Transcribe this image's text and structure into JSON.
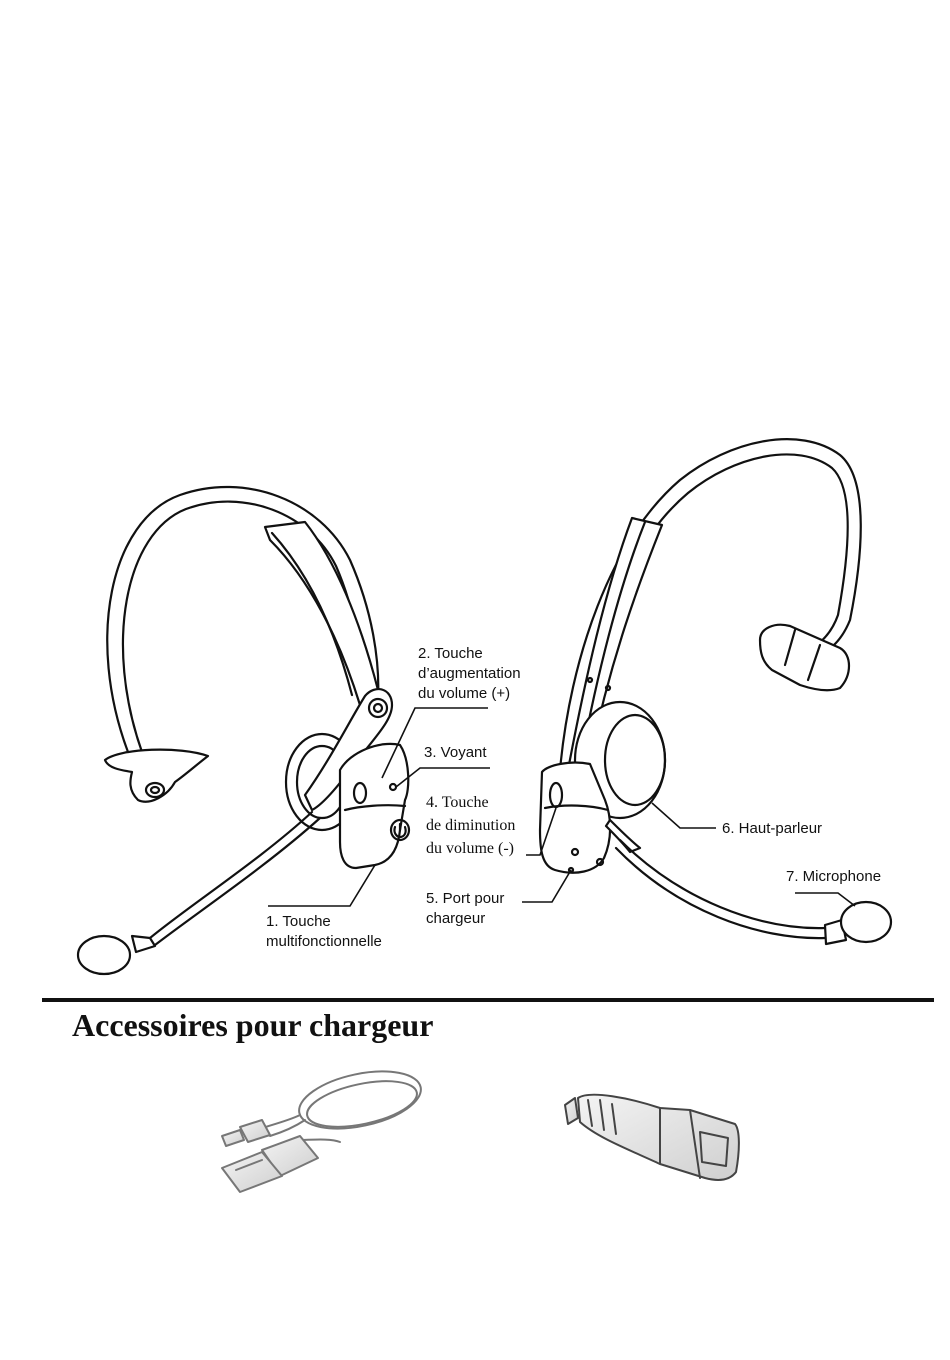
{
  "labels": {
    "l1": [
      "1. Touche",
      "multifonctionnelle"
    ],
    "l2": [
      "2. Touche",
      "d’augmentation",
      "du volume (+)"
    ],
    "l3": [
      "3. Voyant"
    ],
    "l4": [
      "4. Touche",
      "de diminution",
      "du volume (-)"
    ],
    "l5": [
      "5. Port pour",
      "chargeur"
    ],
    "l6": [
      "6. Haut-parleur"
    ],
    "l7": [
      "7. Microphone"
    ]
  },
  "section": {
    "title": "Accessoires pour chargeur"
  },
  "icons": {
    "headset_left": "headset-front-view",
    "headset_right": "headset-rear-view",
    "accessory_1": "usb-cable",
    "accessory_2": "car-charger"
  }
}
